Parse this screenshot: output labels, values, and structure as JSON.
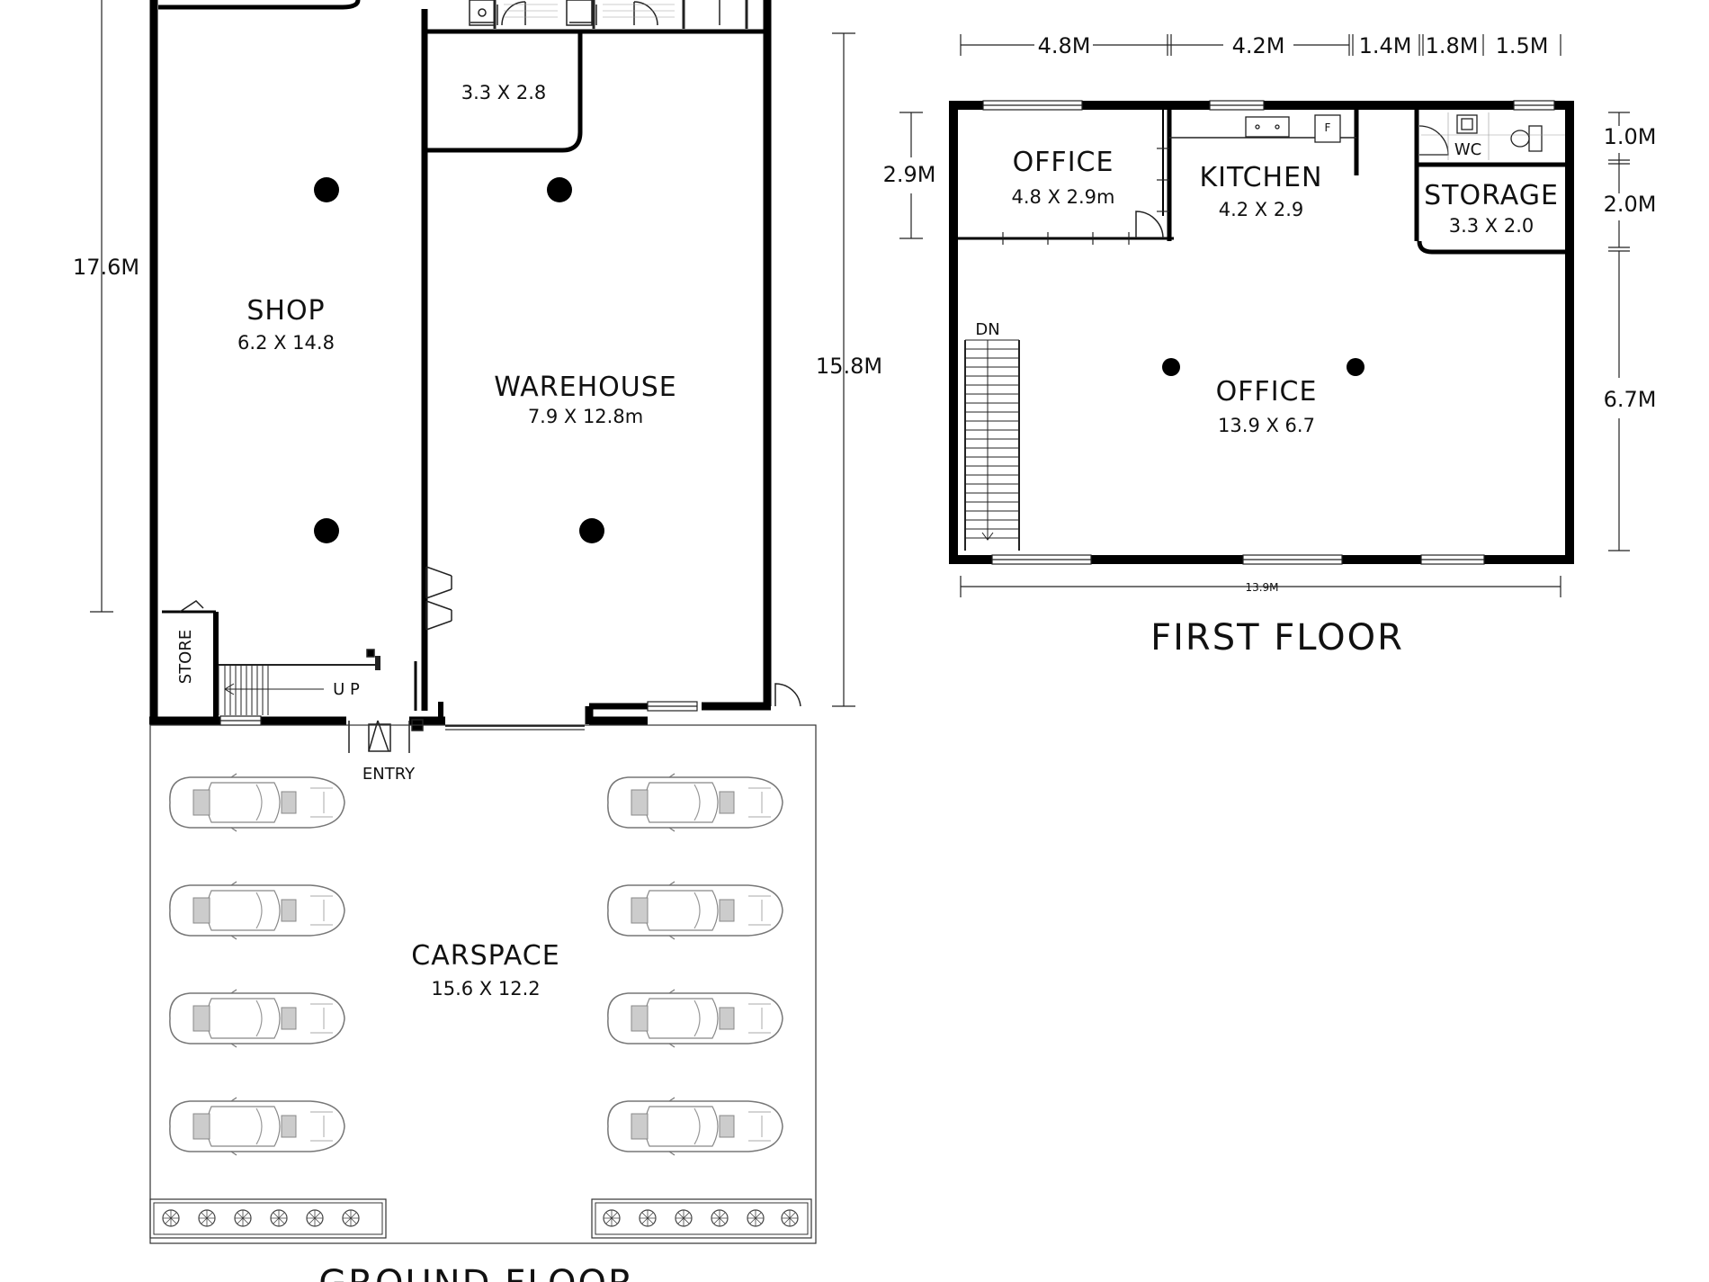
{
  "ground_floor": {
    "title": "GROUND FLOOR",
    "shop": {
      "name": "SHOP",
      "size": "6.2 X 14.8"
    },
    "warehouse": {
      "name": "WAREHOUSE",
      "size": "7.9 X 12.8m"
    },
    "small_room": {
      "size": "3.3 X 2.8"
    },
    "store": {
      "name": "STORE"
    },
    "stairs_label": "U P",
    "entry": "ENTRY",
    "carspace": {
      "name": "CARSPACE",
      "size": "15.6 X 12.2"
    },
    "dim_left": "17.6M",
    "dim_right": "15.8M"
  },
  "first_floor": {
    "title": "FIRST FLOOR",
    "office_small": {
      "name": "OFFICE",
      "size": "4.8 X 2.9m"
    },
    "kitchen": {
      "name": "KITCHEN",
      "size": "4.2 X 2.9"
    },
    "storage": {
      "name": "STORAGE",
      "size": "3.3 X 2.0"
    },
    "wc": "WC",
    "fridge": "F",
    "office_main": {
      "name": "OFFICE",
      "size": "13.9 X 6.7"
    },
    "stairs_label": "DN",
    "dims_top": [
      "4.8M",
      "4.2M",
      "1.4M",
      "1.8M",
      "1.5M"
    ],
    "dim_bottom": "13.9M",
    "dim_left": "2.9M",
    "dims_right": [
      "1.0M",
      "2.0M",
      "6.7M"
    ]
  }
}
